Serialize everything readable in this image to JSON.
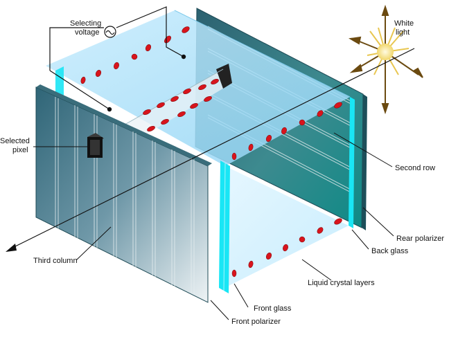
{
  "labels": {
    "selecting_voltage_line1": "Selecting",
    "selecting_voltage_line2": "voltage",
    "white_light_line1": "White",
    "white_light_line2": "light",
    "selected_pixel_line1": "Selected",
    "selected_pixel_line2": "pixel",
    "second_row": "Second row",
    "rear_polarizer": "Rear polarizer",
    "back_glass": "Back glass",
    "liquid_crystal_layers": "Liquid crystal layers",
    "third_column": "Third column",
    "front_glass": "Front glass",
    "front_polarizer": "Front polarizer"
  },
  "colors": {
    "polarizer_dark": "#2f6b7c",
    "polarizer_light": "#dfe9ee",
    "glass_light_blue": "#b9e6fb",
    "glass_edge_cyan": "#19e6f5",
    "crystal_red": "#d8141c",
    "sun_yellow": "#f6e58a",
    "sun_arrow": "#6b4a10"
  }
}
